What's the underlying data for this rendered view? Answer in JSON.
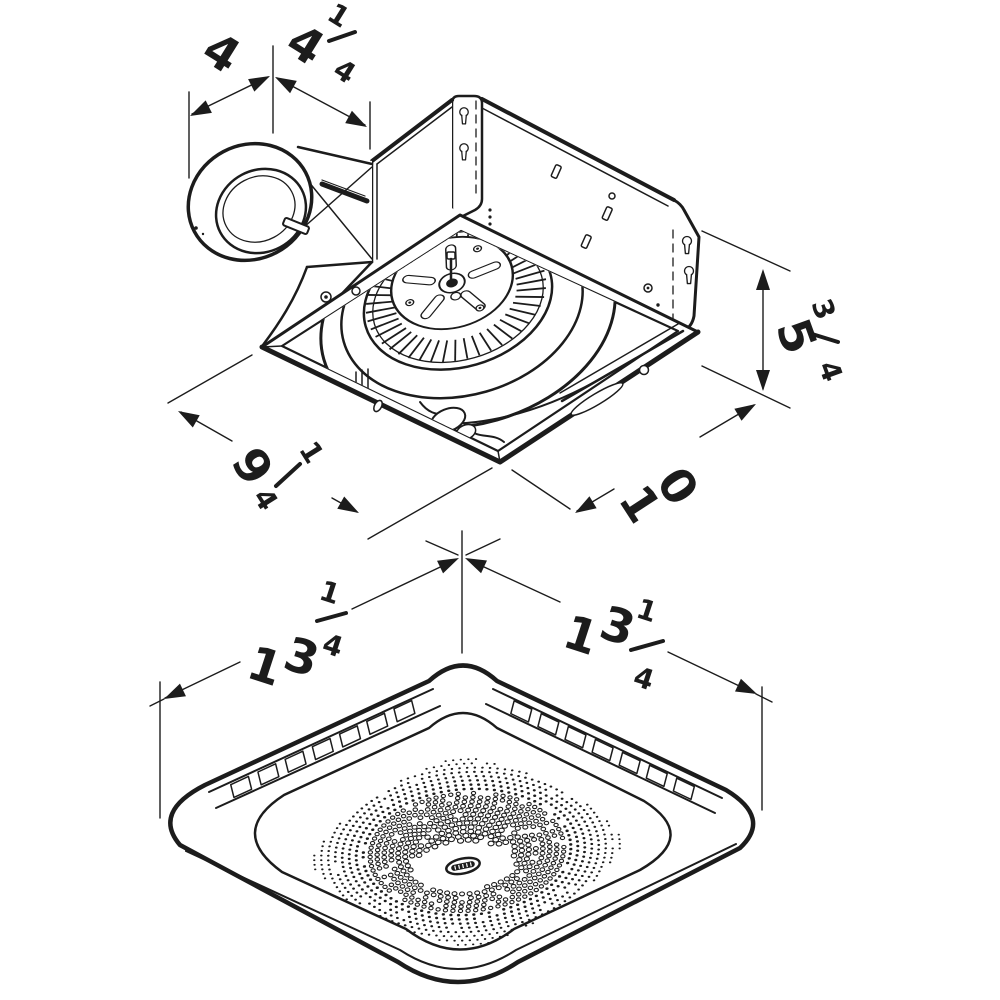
{
  "page": {
    "background": "#ffffff",
    "line_color": "#1c1c1c"
  },
  "drawing": {
    "type": "technical-dimension-diagram",
    "views": [
      {
        "name": "fan-housing-isometric"
      },
      {
        "name": "grille-isometric"
      }
    ],
    "dimensions": {
      "duct_width": {
        "label": "4",
        "whole": "4"
      },
      "duct_to_edge": {
        "label": "4 1/4",
        "whole": "4",
        "num": "1",
        "den": "4"
      },
      "housing_height": {
        "label": "5 3/4",
        "whole": "5",
        "num": "3",
        "den": "4"
      },
      "housing_depth": {
        "label": "9 1/4",
        "whole": "9",
        "num": "1",
        "den": "4"
      },
      "housing_width": {
        "label": "10",
        "whole": "10"
      },
      "grille_depth": {
        "label": "13 1/4",
        "whole": "13",
        "num": "1",
        "den": "4"
      },
      "grille_width": {
        "label": "13 1/4",
        "whole": "13",
        "num": "1",
        "den": "4"
      }
    }
  }
}
